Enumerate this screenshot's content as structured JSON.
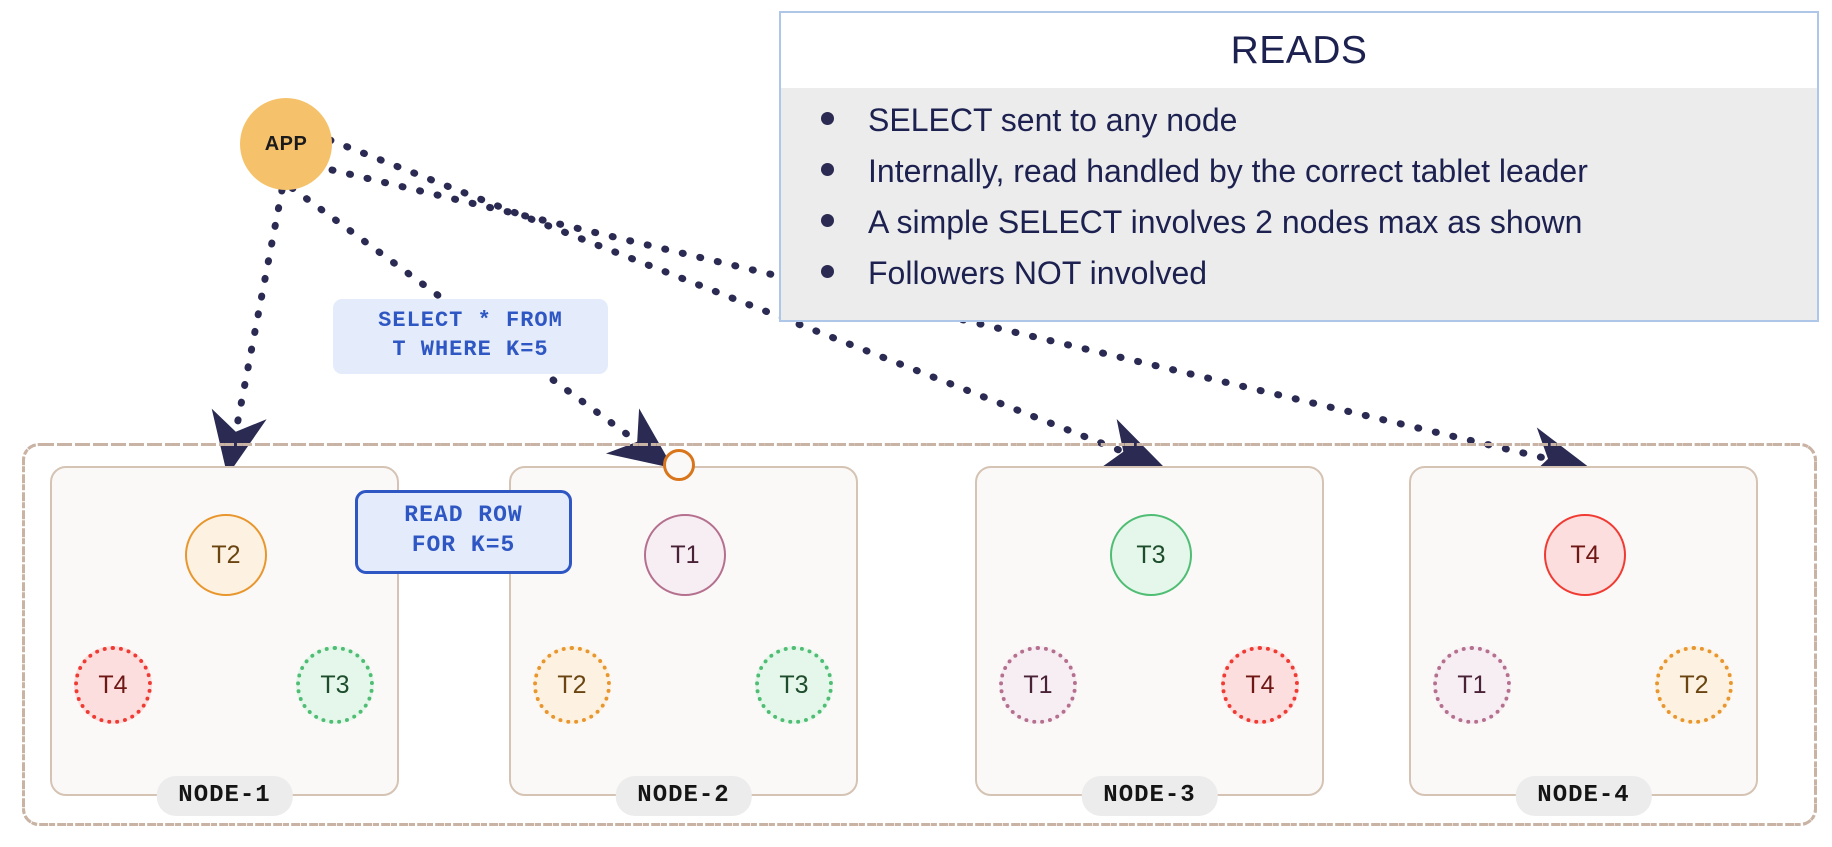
{
  "app": {
    "label": "APP",
    "color": "#f5c26b"
  },
  "queries": {
    "sql_line1": "SELECT * FROM",
    "sql_line2": "T WHERE K=5",
    "read_line1": "READ ROW",
    "read_line2": "FOR K=5"
  },
  "reads_panel": {
    "title": "READS",
    "border_color": "#aec6e8",
    "body_color": "#ececec",
    "items": [
      "SELECT sent to any node",
      "Internally, read handled by the correct tablet leader",
      "A simple SELECT involves 2 nodes max as shown",
      "Followers NOT involved"
    ]
  },
  "cluster": {
    "border_color": "#c9b3a4",
    "nodes": [
      {
        "label": "NODE-1",
        "tablets": [
          {
            "id": "T2",
            "role": "leader",
            "color": "orange"
          },
          {
            "id": "T4",
            "role": "follower",
            "color": "red"
          },
          {
            "id": "T3",
            "role": "follower",
            "color": "green"
          }
        ]
      },
      {
        "label": "NODE-2",
        "tablets": [
          {
            "id": "T1",
            "role": "leader",
            "color": "purple"
          },
          {
            "id": "T2",
            "role": "follower",
            "color": "orange"
          },
          {
            "id": "T3",
            "role": "follower",
            "color": "green"
          }
        ]
      },
      {
        "label": "NODE-3",
        "tablets": [
          {
            "id": "T3",
            "role": "leader",
            "color": "green"
          },
          {
            "id": "T1",
            "role": "follower",
            "color": "purple"
          },
          {
            "id": "T4",
            "role": "follower",
            "color": "red"
          }
        ]
      },
      {
        "label": "NODE-4",
        "tablets": [
          {
            "id": "T4",
            "role": "leader",
            "color": "red"
          },
          {
            "id": "T1",
            "role": "follower",
            "color": "purple"
          },
          {
            "id": "T2",
            "role": "follower",
            "color": "orange"
          }
        ]
      }
    ]
  },
  "colors": {
    "arrow": "#2a2a52",
    "request_line": "#5b8fe0",
    "sql_text": "#2f57c4",
    "entry_port": "#d9751b"
  }
}
